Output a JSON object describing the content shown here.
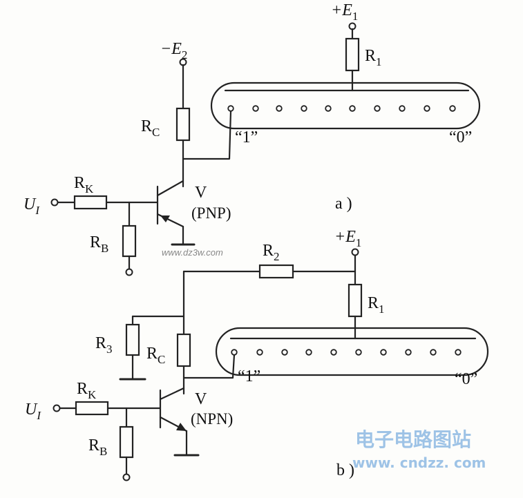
{
  "circuit_a": {
    "supply_e2": "−E2",
    "supply_e1": "+E1",
    "r1": "R1",
    "rc": "RC",
    "rk": "RK",
    "rb": "RB",
    "input": "UI",
    "transistor": "V",
    "transistor_type": "(PNP)",
    "pin_first": "“1”",
    "pin_last": "“0”",
    "caption": "a )"
  },
  "circuit_b": {
    "supply_e1": "+E1",
    "r1": "R1",
    "r2": "R2",
    "r3": "R3",
    "rc": "RC",
    "rk": "RK",
    "rb": "RB",
    "input": "UI",
    "transistor": "V",
    "transistor_type": "(NPN)",
    "pin_first": "“1”",
    "pin_last": "“0”",
    "caption": "b )"
  },
  "watermarks": {
    "site_small": "www.dz3w.com",
    "site_cn": "电子电路图站",
    "site_url": "www. cndzz. com"
  }
}
